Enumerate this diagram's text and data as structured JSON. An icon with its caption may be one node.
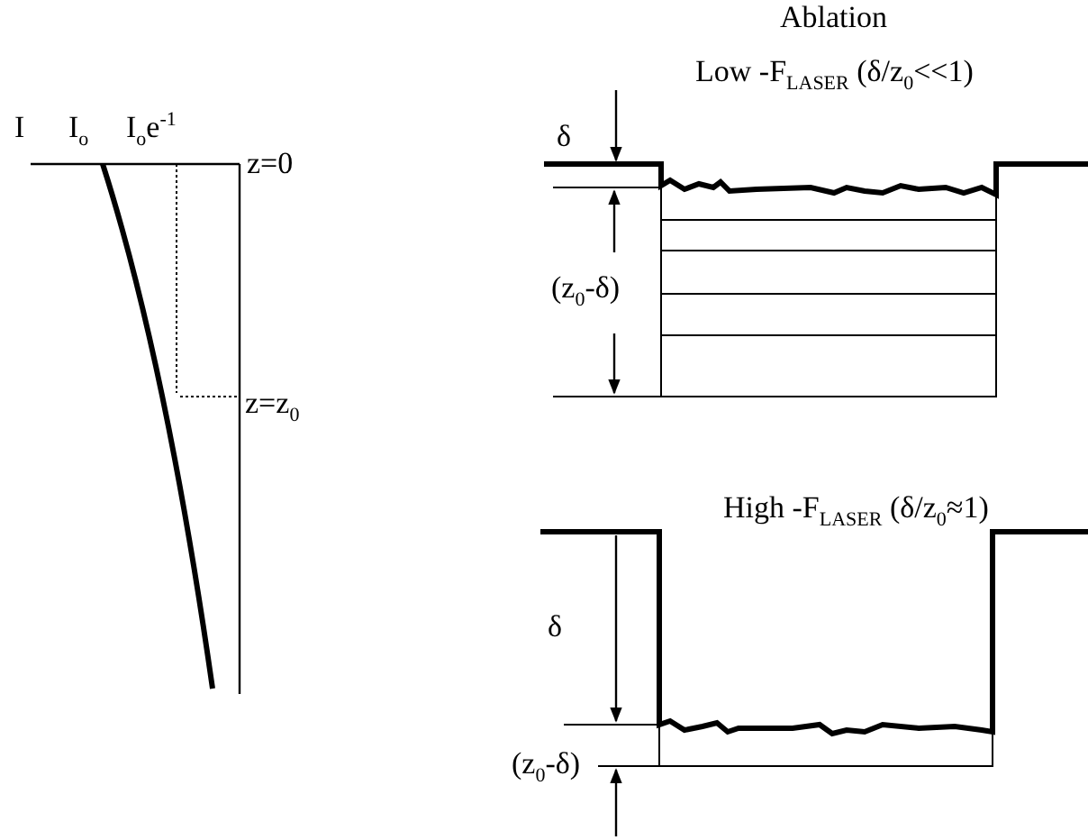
{
  "diagram": {
    "labels": [
      "Ablation",
      "Low -F$_{LASER}$ (δ/z$_{0}$<<1)",
      "I",
      "I$_{o}$",
      "I$_{o}$e$^{-1}$",
      "δ",
      "z=0",
      "(z$_{0}$-δ)",
      "z=z$_{0}$",
      "High -F$_{LASER}$ (δ/z$_{0}$≈1)",
      "δ",
      "(z$_{0}$-δ)"
    ]
  }
}
